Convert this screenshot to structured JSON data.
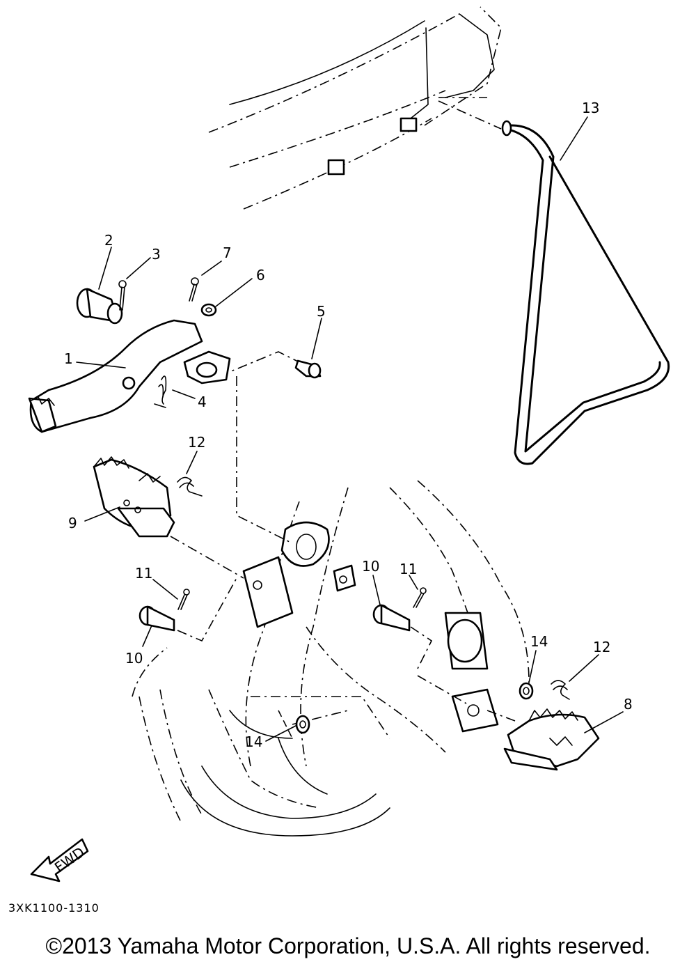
{
  "diagram": {
    "parts": [
      {
        "id": "1"
      },
      {
        "id": "2"
      },
      {
        "id": "3"
      },
      {
        "id": "4"
      },
      {
        "id": "5"
      },
      {
        "id": "6"
      },
      {
        "id": "7"
      },
      {
        "id": "8"
      },
      {
        "id": "9"
      },
      {
        "id": "10"
      },
      {
        "id": "11"
      },
      {
        "id": "12"
      },
      {
        "id": "13"
      },
      {
        "id": "14"
      }
    ],
    "fwd_label": "FWD",
    "drawing_code": "3XK1100-1310"
  },
  "footer": {
    "copyright": "©2013 Yamaha Motor Corporation, U.S.A. All rights reserved."
  }
}
